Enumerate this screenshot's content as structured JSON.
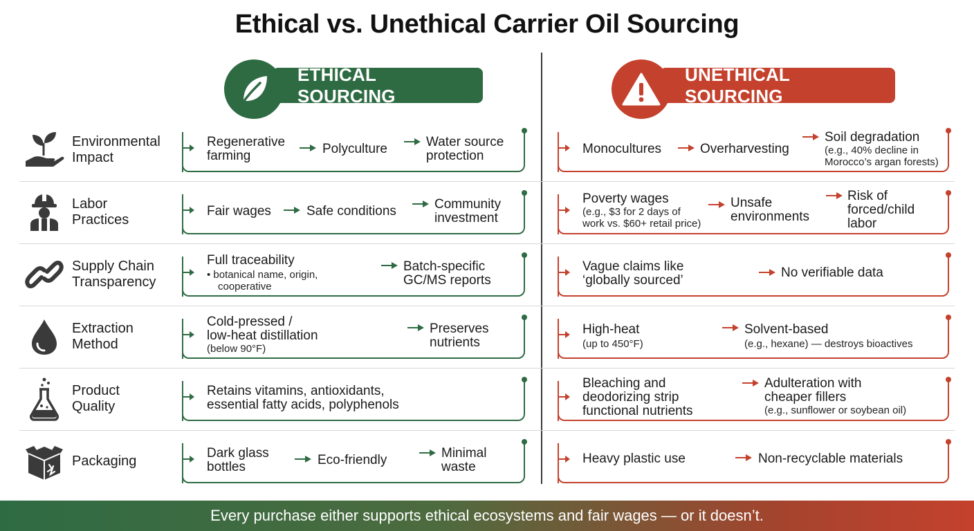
{
  "title": "Ethical vs. Unethical Carrier Oil Sourcing",
  "headers": {
    "ethical": {
      "label": "ETHICAL SOURCING",
      "icon": "leaf-icon",
      "color": "#2e6b43"
    },
    "unethical": {
      "label": "UNETHICAL SOURCING",
      "icon": "warning-icon",
      "color": "#c4412d"
    }
  },
  "rows": [
    {
      "category": {
        "line1": "Environmental",
        "line2": "Impact",
        "icon": "plant-hand-icon"
      },
      "ethical": [
        {
          "line1": "Regenerative",
          "line2": "farming"
        },
        {
          "line1": "Polyculture"
        },
        {
          "line1": "Water source",
          "line2": "protection"
        }
      ],
      "unethical": [
        {
          "line1": "Monocultures"
        },
        {
          "line1": "Overharvesting"
        },
        {
          "line1": "Soil degradation",
          "sub1": "(e.g., 40% decline in",
          "sub2": "Morocco’s argan forests)"
        }
      ]
    },
    {
      "category": {
        "line1": "Labor",
        "line2": "Practices",
        "icon": "worker-icon"
      },
      "ethical": [
        {
          "line1": "Fair wages"
        },
        {
          "line1": "Safe conditions"
        },
        {
          "line1": "Community",
          "line2": "investment"
        }
      ],
      "unethical": [
        {
          "line1": "Poverty wages",
          "sub1": "(e.g., $3 for 2 days of",
          "sub2": "work vs. $60+ retail price)"
        },
        {
          "line1": "Unsafe",
          "line2": "environments"
        },
        {
          "line1": "Risk of",
          "line2": "forced/child",
          "line3": "labor"
        }
      ]
    },
    {
      "category": {
        "line1": "Supply Chain",
        "line2": "Transparency",
        "icon": "chain-link-icon"
      },
      "ethical": [
        {
          "line1": "Full traceability",
          "sub1": "• botanical name, origin,",
          "sub2": "cooperative"
        },
        {
          "line1": "Batch-specific",
          "line2": "GC/MS reports"
        }
      ],
      "unethical": [
        {
          "line1": "Vague claims like",
          "line2": "‘globally sourced’"
        },
        {
          "line1": "No verifiable data"
        }
      ]
    },
    {
      "category": {
        "line1": "Extraction",
        "line2": "Method",
        "icon": "oil-drop-icon"
      },
      "ethical": [
        {
          "line1": "Cold-pressed /",
          "line2": "low-heat distillation",
          "sub1": "(below 90°F)"
        },
        {
          "line1": "Preserves",
          "line2": "nutrients"
        }
      ],
      "unethical": [
        {
          "line1": "High-heat",
          "sub1": "(up to 450°F)"
        },
        {
          "line1": "Solvent-based",
          "sub1": "(e.g., hexane) — destroys bioactives"
        }
      ]
    },
    {
      "category": {
        "line1": "Product",
        "line2": "Quality",
        "icon": "flask-icon"
      },
      "ethical": [
        {
          "line1": "Retains vitamins, antioxidants,",
          "line2": "essential fatty acids, polyphenols"
        }
      ],
      "unethical": [
        {
          "line1": "Bleaching and",
          "line2": "deodorizing strip",
          "line3": "functional nutrients"
        },
        {
          "line1": "Adulteration with",
          "line2": "cheaper fillers",
          "sub1": "(e.g., sunflower or soybean oil)"
        }
      ]
    },
    {
      "category": {
        "line1": "Packaging",
        "line2": "",
        "icon": "recycle-box-icon"
      },
      "ethical": [
        {
          "line1": "Dark glass",
          "line2": "bottles"
        },
        {
          "line1": "Eco-friendly"
        },
        {
          "line1": "Minimal",
          "line2": "waste"
        }
      ],
      "unethical": [
        {
          "line1": "Heavy plastic use"
        },
        {
          "line1": "Non-recyclable materials"
        }
      ]
    }
  ],
  "footer": "Every purchase either supports ethical ecosystems and fair wages — or it doesn’t."
}
